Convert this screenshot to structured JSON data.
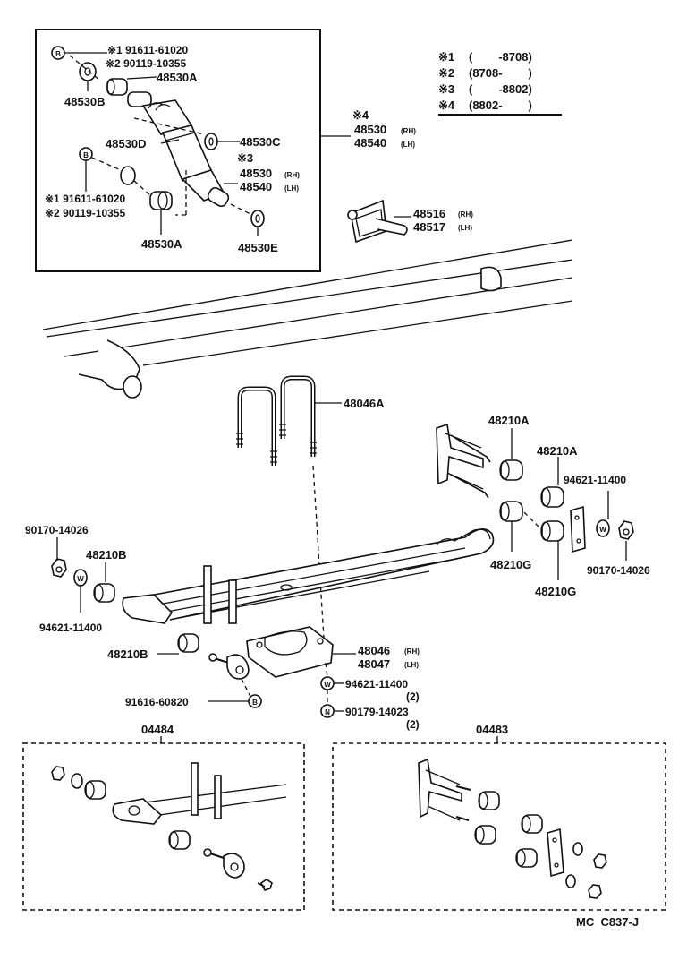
{
  "legend": [
    {
      "mark": "※1",
      "range": "(        -8708)"
    },
    {
      "mark": "※2",
      "range": "(8708-        )"
    },
    {
      "mark": "※3",
      "range": "(        -8802)"
    },
    {
      "mark": "※4",
      "range": "(8802-        )"
    }
  ],
  "inset": {
    "b_ref_top": {
      "n1": "※1 91611-61020",
      "n2": "※2 90119-10355"
    },
    "b_ref_left": {
      "n1": "※1 91611-61020",
      "n2": "※2 90119-10355"
    },
    "p48530A_top": "48530A",
    "p48530B": "48530B",
    "p48530D": "48530D",
    "p48530C": "48530C",
    "star3": "※3",
    "shock3_rh": "48530",
    "shock3_lh": "48540",
    "p48530A_bottom": "48530A",
    "p48530E": "48530E",
    "side": {
      "rh": "(RH)",
      "lh": "(LH)"
    }
  },
  "star4": {
    "mark": "※4",
    "rh": "48530",
    "lh": "48540"
  },
  "bracket": {
    "rh": "48516",
    "lh": "48517"
  },
  "ubolt": "48046A",
  "shackle_upper": "48210A",
  "shackle_upper2": "48210A",
  "washer_right": "94621-11400",
  "nut_right": "90170-14026",
  "bush_g1": "48210G",
  "bush_g2": "48210G",
  "nut_left": "90170-14026",
  "bush_b_top": "48210B",
  "washer_left": "94621-11400",
  "bush_b_bottom": "48210B",
  "bolt_ref": "91616-60820",
  "seat": {
    "rh": "48046",
    "lh": "48047"
  },
  "washer_w": {
    "part": "94621-11400",
    "qty": "(2)"
  },
  "nut_n": {
    "part": "90179-14023",
    "qty": "(2)"
  },
  "kit_left": "04484",
  "kit_right": "04483",
  "footer_code": "MC  C837-J",
  "circle_letters": {
    "b": "B",
    "w": "W",
    "n": "N"
  }
}
